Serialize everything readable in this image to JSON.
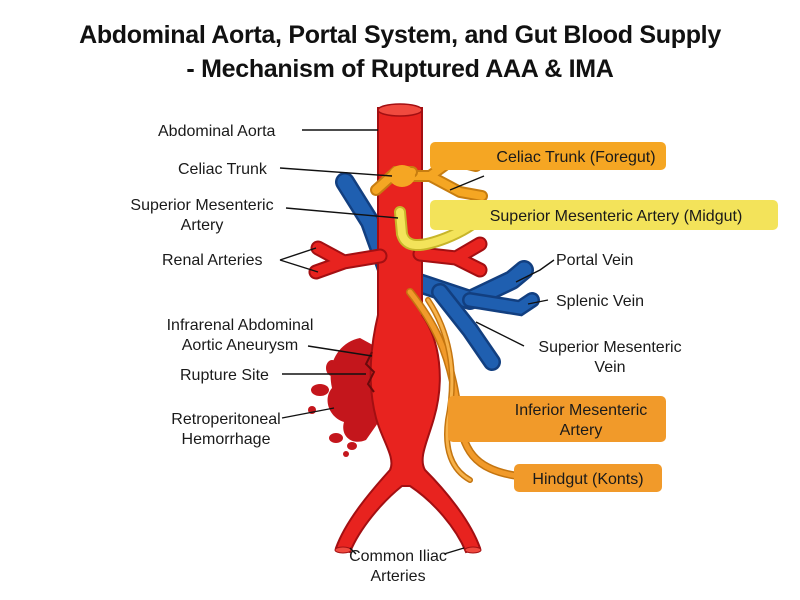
{
  "title": {
    "line1": "Abdominal Aorta, Portal System, and Gut Blood Supply",
    "line2": "- Mechanism of Ruptured AAA & IMA"
  },
  "labels_left": {
    "abdominal_aorta": "Abdominal Aorta",
    "celiac_trunk": "Celiac Trunk",
    "sma_line1": "Superior Mesenteric",
    "sma_line2": "Artery",
    "renal_arteries": "Renal Arteries",
    "aneurysm_line1": "Infrarenal Abdominal",
    "aneurysm_line2": "Aortic Aneurysm",
    "rupture_site": "Rupture Site",
    "hemorrhage_line1": "Retroperitoneal",
    "hemorrhage_line2": "Hemorrhage"
  },
  "labels_right": {
    "celiac_foregut": "Celiac Trunk (Foregut)",
    "sma_midgut": "Superior Mesenteric Artery (Midgut)",
    "portal_vein": "Portal Vein",
    "splenic_vein": "Splenic Vein",
    "smv_line1": "Superior Mesenteric",
    "smv_line2": "Vein",
    "ima_line1": "Inferior Mesenteric",
    "ima_line2": "Artery",
    "hindgut": "Hindgut (Konts)"
  },
  "labels_bottom": {
    "iliac_line1": "Common Iliac",
    "iliac_line2": "Arteries"
  },
  "colors": {
    "artery": "#e8231f",
    "artery_dark": "#a30f12",
    "vein": "#1f5fb0",
    "foregut": "#f5a623",
    "midgut": "#f3e35a",
    "ima": "#f19a2a",
    "blood": "#c4161c"
  }
}
